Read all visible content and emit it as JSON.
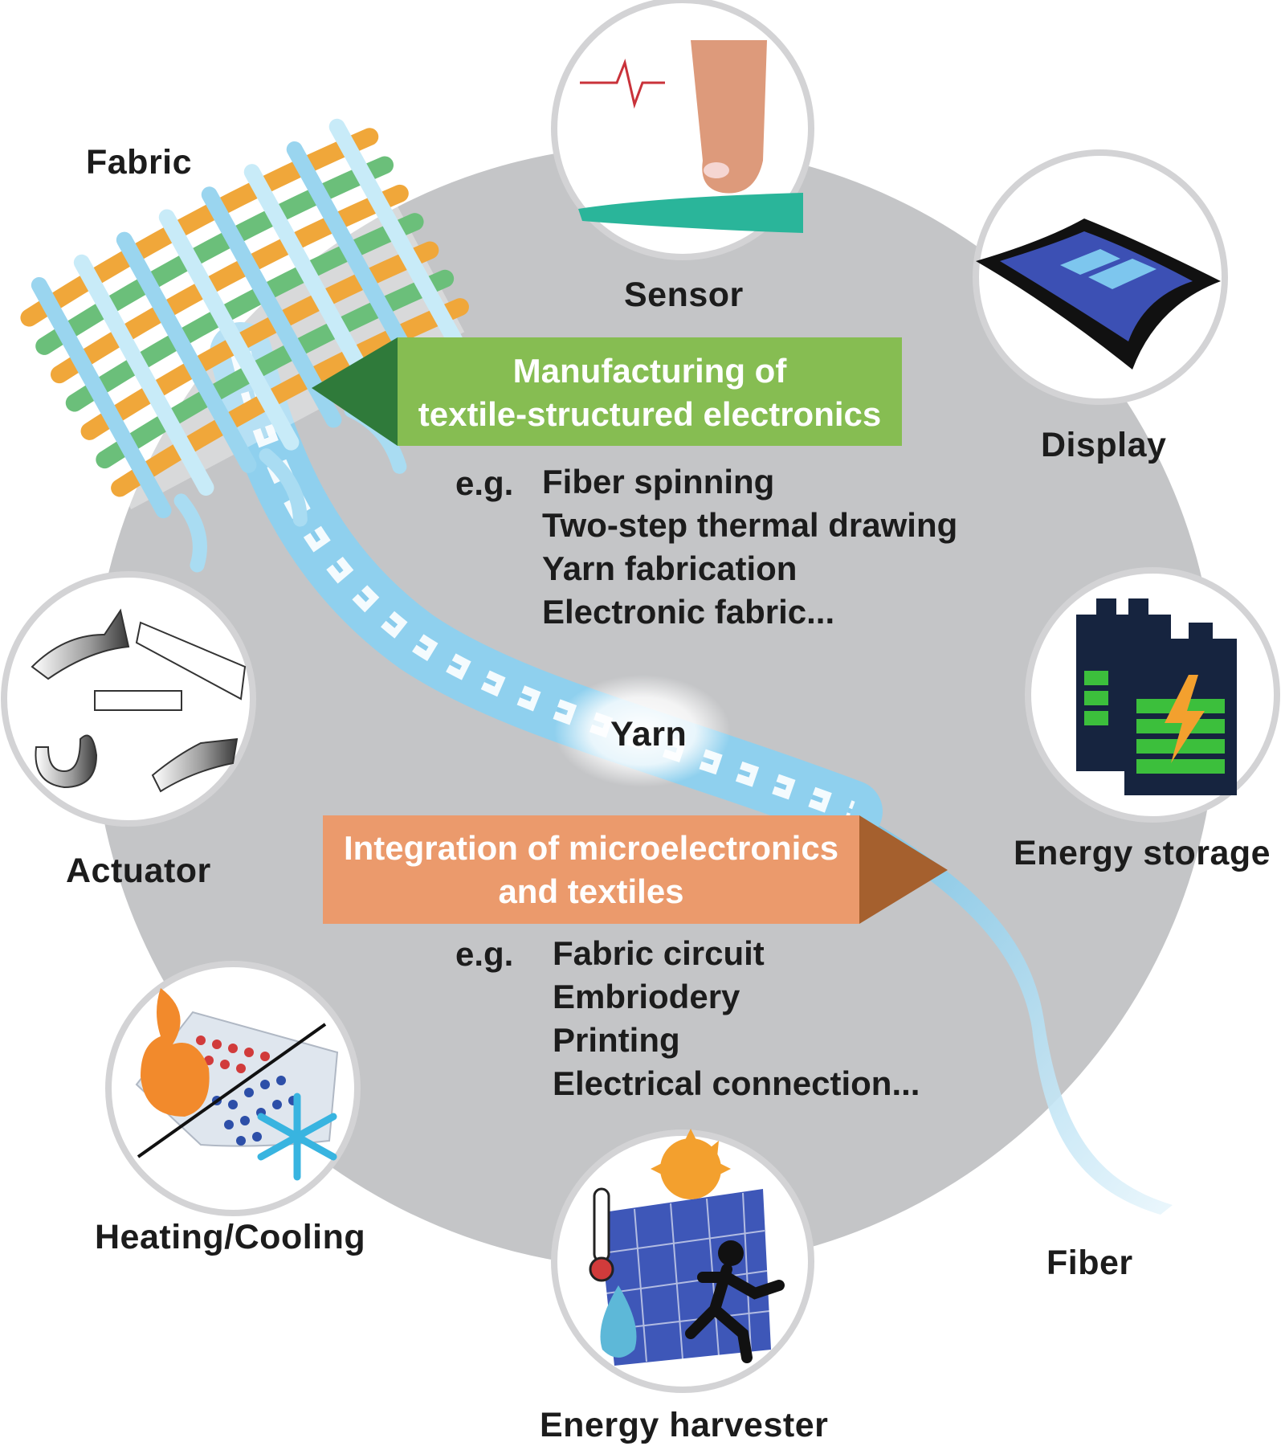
{
  "labels": {
    "fabric": "Fabric",
    "sensor": "Sensor",
    "display": "Display",
    "energy_storage": "Energy storage",
    "actuator": "Actuator",
    "heating_cooling": "Heating/Cooling",
    "energy_harvester": "Energy harvester",
    "fiber": "Fiber",
    "yarn": "Yarn"
  },
  "manufacturing": {
    "title_line1": "Manufacturing of",
    "title_line2": "textile-structured electronics",
    "eg": "e.g.",
    "examples": [
      "Fiber spinning",
      "Two-step thermal drawing",
      "Yarn fabrication",
      "Electronic fabric..."
    ]
  },
  "integration": {
    "title_line1": "Integration of microelectronics",
    "title_line2": "and textiles",
    "eg": "e.g.",
    "examples": [
      "Fabric circuit",
      "Embriodery",
      "Printing",
      "Electrical connection..."
    ]
  },
  "colors": {
    "disc": "#c4c5c7",
    "manufacturing_box": "#86bd52",
    "manufacturing_arrow": "#2f7a3a",
    "integration_box": "#eb9a6c",
    "integration_arrow": "#a5602e",
    "fiber_blue": "#8ccdea"
  }
}
